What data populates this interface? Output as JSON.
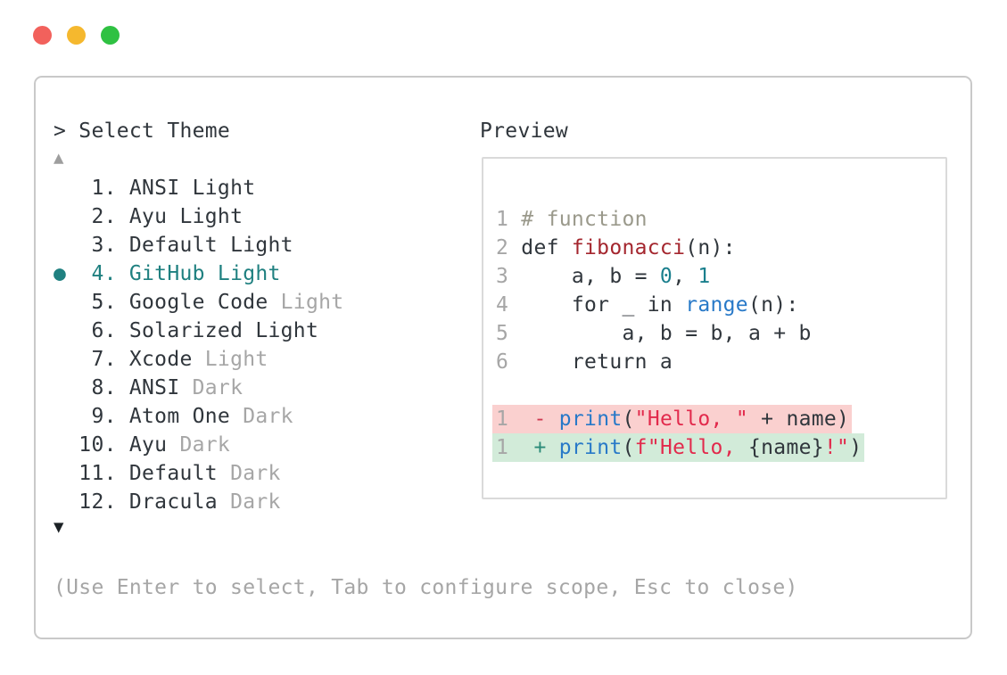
{
  "colors": {
    "text": "#30363c",
    "dim": "#a6a6a6",
    "accent": "#1f8080",
    "panel_border": "#c9c9c9",
    "preview_border": "#dadada",
    "comment": "#9a998b",
    "func": "#a4262e",
    "number": "#1a7f8d",
    "builtin": "#2879c8",
    "string": "#e22a4c",
    "minus": "#cf3a52",
    "plus": "#2a8a78",
    "diff_del_bg": "#fad0cf",
    "diff_add_bg": "#d2ebd9",
    "traffic_red": "#f2615c",
    "traffic_yellow": "#f5b82e",
    "traffic_green": "#2fc142"
  },
  "window_controls": [
    {
      "name": "close",
      "color": "#f2615c"
    },
    {
      "name": "minimize",
      "color": "#f5b82e"
    },
    {
      "name": "zoom",
      "color": "#2fc142"
    }
  ],
  "prompt": "> Select Theme",
  "scroll_up": "▲",
  "scroll_down": "▼",
  "help_text": "(Use Enter to select, Tab to configure scope, Esc to close)",
  "theme_list": {
    "selected_index": 3,
    "bullet": "●",
    "items": [
      {
        "number": " 1.",
        "name": "ANSI Light",
        "variant": "",
        "selected": false
      },
      {
        "number": " 2.",
        "name": "Ayu Light",
        "variant": "",
        "selected": false
      },
      {
        "number": " 3.",
        "name": "Default Light",
        "variant": "",
        "selected": false
      },
      {
        "number": " 4.",
        "name": "GitHub Light",
        "variant": "",
        "selected": true
      },
      {
        "number": " 5.",
        "name": "Google Code",
        "variant": " Light",
        "selected": false
      },
      {
        "number": " 6.",
        "name": "Solarized Light",
        "variant": "",
        "selected": false
      },
      {
        "number": " 7.",
        "name": "Xcode",
        "variant": " Light",
        "selected": false
      },
      {
        "number": " 8.",
        "name": "ANSI",
        "variant": " Dark",
        "selected": false
      },
      {
        "number": " 9.",
        "name": "Atom One",
        "variant": " Dark",
        "selected": false
      },
      {
        "number": "10.",
        "name": "Ayu",
        "variant": " Dark",
        "selected": false
      },
      {
        "number": "11.",
        "name": "Default",
        "variant": " Dark",
        "selected": false
      },
      {
        "number": "12.",
        "name": "Dracula",
        "variant": " Dark",
        "selected": false
      }
    ]
  },
  "preview": {
    "label": "Preview",
    "code_lines": [
      {
        "no": "1",
        "bg": null,
        "segs": [
          {
            "t": "# function",
            "c": "comment"
          }
        ]
      },
      {
        "no": "2",
        "bg": null,
        "segs": [
          {
            "t": "def ",
            "c": "text"
          },
          {
            "t": "fibonacci",
            "c": "func"
          },
          {
            "t": "(n):",
            "c": "text"
          }
        ]
      },
      {
        "no": "3",
        "bg": null,
        "segs": [
          {
            "t": "    a, b = ",
            "c": "text"
          },
          {
            "t": "0",
            "c": "number"
          },
          {
            "t": ", ",
            "c": "text"
          },
          {
            "t": "1",
            "c": "number"
          }
        ]
      },
      {
        "no": "4",
        "bg": null,
        "segs": [
          {
            "t": "    for _ in ",
            "c": "text"
          },
          {
            "t": "range",
            "c": "builtin"
          },
          {
            "t": "(n):",
            "c": "text"
          }
        ]
      },
      {
        "no": "5",
        "bg": null,
        "segs": [
          {
            "t": "        a, b = b, a + b",
            "c": "text"
          }
        ]
      },
      {
        "no": "6",
        "bg": null,
        "segs": [
          {
            "t": "    return a",
            "c": "text"
          }
        ]
      },
      {
        "no": "",
        "bg": null,
        "segs": []
      },
      {
        "no": "1",
        "bg": "del",
        "segs": [
          {
            "t": " ",
            "c": "text"
          },
          {
            "t": "-",
            "c": "minus"
          },
          {
            "t": " ",
            "c": "text"
          },
          {
            "t": "print",
            "c": "builtin"
          },
          {
            "t": "(",
            "c": "text"
          },
          {
            "t": "\"Hello, \"",
            "c": "string"
          },
          {
            "t": " + name)",
            "c": "text"
          }
        ]
      },
      {
        "no": "1",
        "bg": "add",
        "segs": [
          {
            "t": " ",
            "c": "text"
          },
          {
            "t": "+",
            "c": "plus"
          },
          {
            "t": " ",
            "c": "text"
          },
          {
            "t": "print",
            "c": "builtin"
          },
          {
            "t": "(",
            "c": "text"
          },
          {
            "t": "f\"Hello, ",
            "c": "string"
          },
          {
            "t": "{name}",
            "c": "text"
          },
          {
            "t": "!\"",
            "c": "string"
          },
          {
            "t": ")",
            "c": "text"
          }
        ]
      }
    ]
  }
}
